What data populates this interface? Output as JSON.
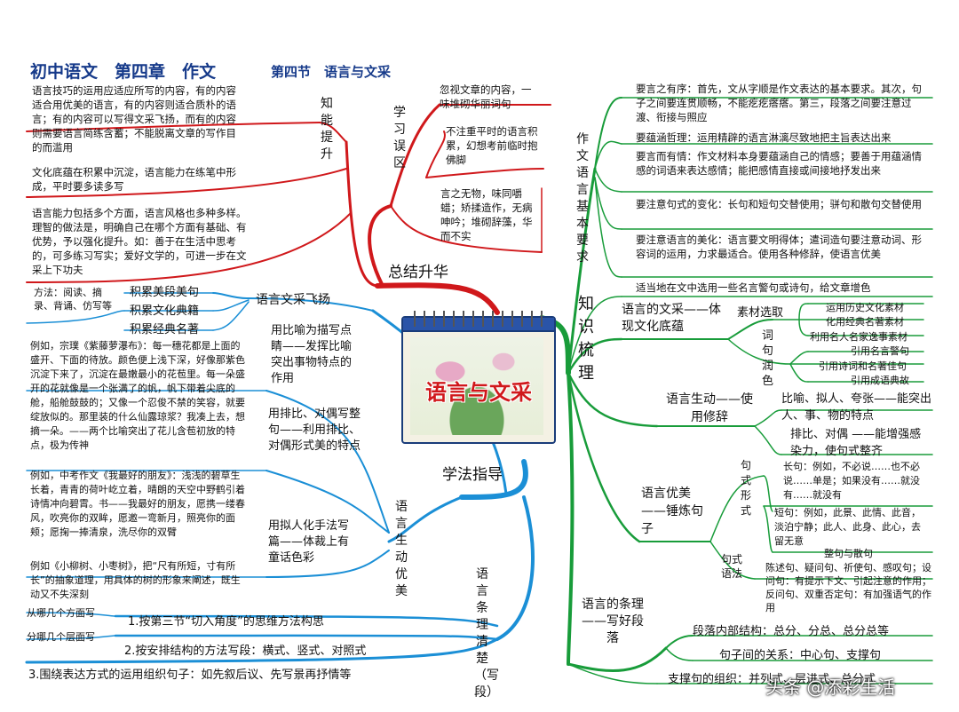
{
  "title": {
    "main": "初中语文　第四章　作文",
    "section": "第四节　语言与文采"
  },
  "center": {
    "label": "语言与文采"
  },
  "colors": {
    "red": "#d0181b",
    "blue": "#1b8fd6",
    "green": "#189c3a"
  },
  "branches": {
    "summary": "总结升华",
    "study": "学法指导",
    "knowledge": "知识梳理"
  },
  "red": {
    "improve_title": "知能提升",
    "improve": [
      "语言技巧的运用应适应所写的内容，有的内容适合用优美的语言，有的内容则适合质朴的语言；有的内容可以写得文采飞扬，而有的内容则需要语言简练含蓄；不能脱离文章的写作目的而滥用",
      "文化底蕴在积累中沉淀，语言能力在练笔中形成，平时要多读多写",
      "语言能力包括多个方面，语言风格也多种多样。理智的做法是，明确自己在哪个方面有基础、有优势，予以强化提升。如：善于在生活中思考的，可多练习写实；爱好文学的，可进一步在文采上下功夫"
    ],
    "errors_title": "学习误区",
    "errors": [
      "忽视文章的内容，一味堆砌华丽词句",
      "不注重平时的语言积累，幻想考前临时抱佛脚",
      "言之无物，味同嚼蜡；矫揉造作，无病呻吟；堆砌辞藻，华而不实"
    ]
  },
  "blue": {
    "accumulate_title": "语言文采飞扬",
    "method": "方法：阅读、摘录、背诵、仿写等",
    "accumulate": [
      "积累美段美句",
      "积累文化典籍",
      "积累经典名著"
    ],
    "vivid_title": "语言生动优美",
    "vivid": [
      {
        "method": "用比喻为描写点睛——发挥比喻突出事物特点的作用",
        "example": "例如，宗璞《紫藤萝瀑布》：每一穗花都是上面的盛开、下面的待放。颜色便上浅下深，好像那紫色沉淀下来了，沉淀在最嫩最小的花苞里。每一朵盛开的花就像是一个张满了的帆，帆下带着尖底的舱，船舱鼓鼓的；又像一个忍俊不禁的笑容，就要绽放似的。那里装的什么仙露琼浆？我凑上去，想摘一朵。——两个比喻突出了花儿含苞初放的特点，极为传神"
      },
      {
        "method": "用排比、对偶写整句——利用排比、对偶形式美的特点",
        "example": "例如，中考作文《我最好的朋友》：浅浅的碧草生长着，青青的荷叶屹立着，晴朗的天空中野鹤引着诗情冲向碧霄。书——我最好的朋友，愿携一缕春风，吹亮你的双眸，愿邀一弯新月，照亮你的面颊；愿掬一捧清泉，洗尽你的双臂"
      },
      {
        "method": "用拟人化手法写篇——体裁上有童话色彩",
        "example": "例如《小柳树、小枣树》，把“尺有所短，寸有所长”的抽象道理，用具体的树的形象来阐述，既生动又不失深刻"
      }
    ],
    "clear_title": "语言条理清楚（写段）",
    "clear": [
      {
        "sub": "从哪几个方面写",
        "text": "1.按第三节“切入角度”的思维方法构思"
      },
      {
        "sub": "分哪几个层面写",
        "text": "2.按安排结构的方法写段：横式、竖式、对照式"
      },
      {
        "sub": "",
        "text": "3.围绕表达方式的运用组织句子：如先叙后议、先写景再抒情等"
      }
    ]
  },
  "green": {
    "req_title": "作文语言基本要求",
    "req": [
      "要言之有序：首先，文从字顺是作文表达的基本要求。其次，句子之间要连贯顺畅，不能疙疙瘩瘩。第三，段落之间要注意过渡、衔接与照应",
      "要蕴涵哲理：运用精辟的语言淋漓尽致地把主旨表达出来",
      "要言而有情：作文材料本身要蕴涵自己的情感；要善于用蕴涵情感的词语来表达感情；能把感情直接或间接地抒发出来",
      "要注意句式的变化：长句和短句交替使用；骈句和散句交替使用",
      "要注意语言的美化：语言要文明得体；遣词造句要注意动词、形容词的运用，力求最适合。使用各种修辞，使语言优美",
      "适当地在文中选用一些名言警句或诗句，给文章增色"
    ],
    "culture_title": "语言的文采——体现文化底蕴",
    "material_title": "素材选取",
    "material": [
      "运用历史文化素材",
      "化用经典名著素材",
      "利用名人名家逸事素材"
    ],
    "polish_title": "词句润色",
    "polish": [
      "引用名言警句",
      "引用诗词和名著佳句",
      "引用成语典故"
    ],
    "rhetoric_title": "语言生动——使用修辞",
    "rhetoric": [
      "比喻、拟人、夸张——能突出人、事、物的特点",
      "排比、对偶 ——能增强感染力，使句式整齐"
    ],
    "sentence_title": "语言优美——锤炼句子",
    "form_title": "句式形式",
    "form": [
      "长句：例如，不必说……也不必说……单是；如果没有……就没有……就没有",
      "短句：例如，此景、此情、此音，淡泊宁静；此人、此身、此心，去留无意",
      "整句与散句"
    ],
    "mood_title": "句式语法",
    "mood": "陈述句、疑问句、祈使句、感叹句；设问句：有提示下文、引起注意的作用；反问句、双重否定句：有加强语气的作用",
    "order_title": "语言的条理——写好段落",
    "order": [
      "段落内部结构：总分、分总、总分总等",
      "句子间的关系：中心句、支撑句",
      "支撑句的组织：并列式、层进式、总分式"
    ]
  },
  "watermark": "头条 @添彩生活"
}
